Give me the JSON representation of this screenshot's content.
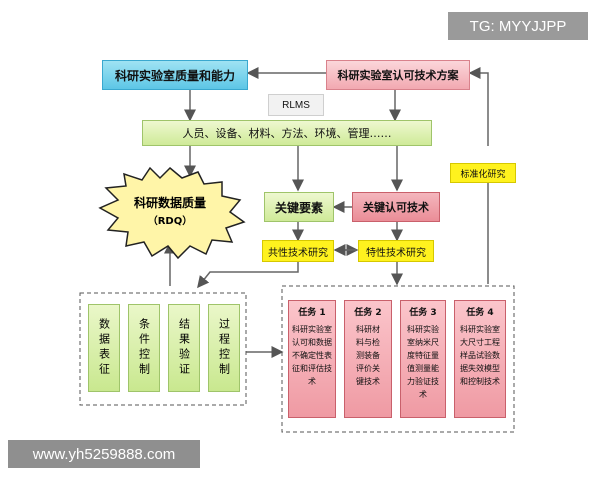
{
  "watermark_top": "TG: MYYJJPP",
  "watermark_bottom": "www.yh5259888.com",
  "diagram": {
    "quality_capability": "科研实验室质量和能力",
    "accreditation_scheme": "科研实验室认可技术方案",
    "rlms": "RLMS",
    "factors": "人员、设备、材料、方法、环境、管理……",
    "data_quality_title": "科研数据质量",
    "data_quality_abbr": "（RDQ）",
    "standardization": "标准化研究",
    "key_elements": "关键要素",
    "key_technology": "关键认可技术",
    "common_tech": "共性技术研究",
    "specific_tech": "特性技术研究",
    "left_items": [
      "数据表征",
      "条件控制",
      "结果验证",
      "过程控制"
    ],
    "tasks": [
      {
        "title": "任务 1",
        "lines": [
          "科研实验室",
          "认可和数据",
          "不确定性表",
          "征和评估技",
          "术"
        ]
      },
      {
        "title": "任务 2",
        "lines": [
          "科研材",
          "料与检",
          "测装备",
          "评价关",
          "键技术"
        ]
      },
      {
        "title": "任务 3",
        "lines": [
          "科研实验",
          "室纳米尺",
          "度特征量",
          "值测量能",
          "力验证技术"
        ]
      },
      {
        "title": "任务 4",
        "lines": [
          "科研实验室",
          "大尺寸工程",
          "样品试验数",
          "据失效模型",
          "和控制技术"
        ]
      }
    ]
  }
}
